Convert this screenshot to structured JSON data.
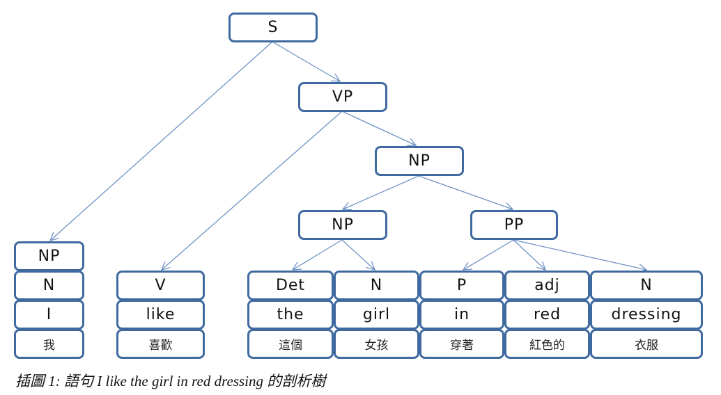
{
  "diagram": {
    "type": "parse-tree",
    "nodes": {
      "s": "S",
      "vp": "VP",
      "np_object": "NP",
      "np_head": "NP",
      "pp": "PP"
    },
    "columns": [
      {
        "id": "subject",
        "labels": [
          "NP",
          "N",
          "I",
          "我"
        ]
      },
      {
        "id": "verb",
        "labels": [
          "V",
          "like",
          "喜歡"
        ]
      },
      {
        "id": "det",
        "labels": [
          "Det",
          "the",
          "這個"
        ]
      },
      {
        "id": "noun",
        "labels": [
          "N",
          "girl",
          "女孩"
        ]
      },
      {
        "id": "prep",
        "labels": [
          "P",
          "in",
          "穿著"
        ]
      },
      {
        "id": "adj",
        "labels": [
          "adj",
          "red",
          "紅色的"
        ]
      },
      {
        "id": "noun2",
        "labels": [
          "N",
          "dressing",
          "衣服"
        ]
      }
    ],
    "edges": [
      [
        "S",
        "VP"
      ],
      [
        "S",
        "NP (subject)"
      ],
      [
        "VP",
        "V"
      ],
      [
        "VP",
        "NP"
      ],
      [
        "NP",
        "NP"
      ],
      [
        "NP",
        "PP"
      ],
      [
        "NP",
        "Det"
      ],
      [
        "NP",
        "N"
      ],
      [
        "PP",
        "P"
      ],
      [
        "PP",
        "adj"
      ],
      [
        "PP",
        "N"
      ]
    ],
    "line_color": "#6f92c4",
    "box_border_color": "#3f6aa0"
  },
  "caption": "插圖 1: 語句 I like the girl in red dressing 的剖析樹"
}
